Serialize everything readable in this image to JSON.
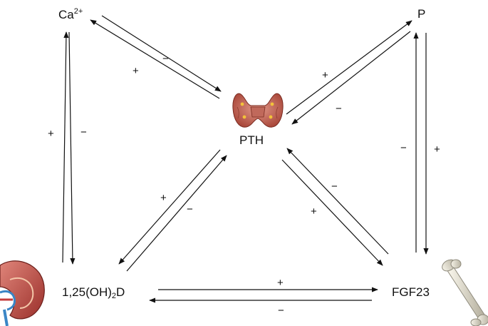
{
  "nodes": {
    "calcium": {
      "base": "Ca",
      "sup": "2+"
    },
    "phosphate": {
      "text": "P"
    },
    "pth": {
      "text": "PTH"
    },
    "vitd": {
      "pre": "1,25(OH)",
      "sub": "2",
      "post": "D"
    },
    "fgf23": {
      "text": "FGF23"
    }
  },
  "signs": {
    "ca_pth_top": "−",
    "ca_pth_bottom": "+",
    "p_pth_top": "+",
    "p_pth_bottom": "−",
    "ca_vitd_left": "+",
    "ca_vitd_right": "−",
    "p_fgf_left": "−",
    "p_fgf_right": "+",
    "vitd_pth_left": "+",
    "vitd_pth_right": "−",
    "fgf_pth_top": "−",
    "fgf_pth_bottom": "+",
    "vitd_fgf_top": "+",
    "vitd_fgf_bottom": "−"
  },
  "icons": [
    "thyroid-gland-icon",
    "kidney-icon",
    "bone-icon"
  ]
}
